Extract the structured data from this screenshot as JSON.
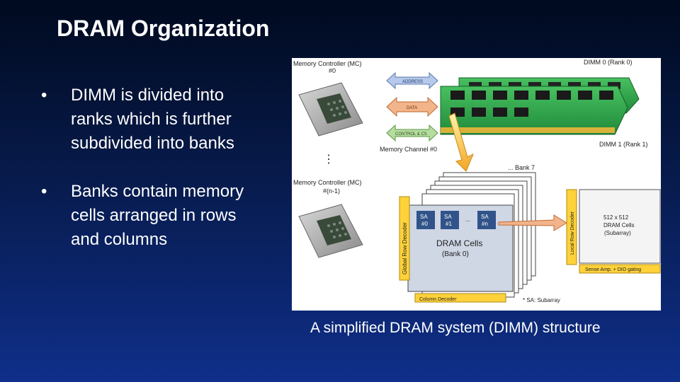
{
  "slide": {
    "title": "DRAM Organization",
    "bullets": [
      "DIMM is divided into ranks which is further subdivided into banks",
      "Banks contain memory cells arranged in rows and columns"
    ],
    "bullet_symbol": "•",
    "caption": "A simplified DRAM system (DIMM) structure"
  },
  "figure": {
    "mc0_line1": "Memory Controller (MC)",
    "mc0_line2": "#0",
    "mcn_line1": "Memory Controller (MC)",
    "mcn_line2": "#(n-1)",
    "address": "ADDRESS",
    "data": "DATA",
    "control": "CONTROL & CS",
    "channel": "Memory Channel #0",
    "dimm0": "DIMM 0 (Rank 0)",
    "dimm1": "DIMM 1 (Rank 1)",
    "bank7": "... Bank 7",
    "sa0_a": "SA",
    "sa0_b": "#0",
    "sa1_a": "SA",
    "sa1_b": "#1",
    "san_a": "SA",
    "san_b": "#n",
    "ellipsis": "...",
    "dram_cells": "DRAM Cells",
    "bank0": "(Bank 0)",
    "global_row_decoder": "Global Row Decoder",
    "local_row_decoder": "Local Row Decoder",
    "subarray_1": "512 x 512",
    "subarray_2": "DRAM Cells",
    "subarray_3": "(Subarray)",
    "sense_amp": "Sense Amp. + DIO gating",
    "column_decoder": "Column Decoder",
    "footnote": "* SA: Subarray",
    "vdots": "⋮",
    "colors": {
      "bank_blue": "#31538a",
      "orange": "#f5a623",
      "green_pcb": "#2fa84a",
      "address_blue": "#b7c9ea",
      "data_orange": "#f2b48a",
      "control_green": "#b7dca0"
    }
  }
}
